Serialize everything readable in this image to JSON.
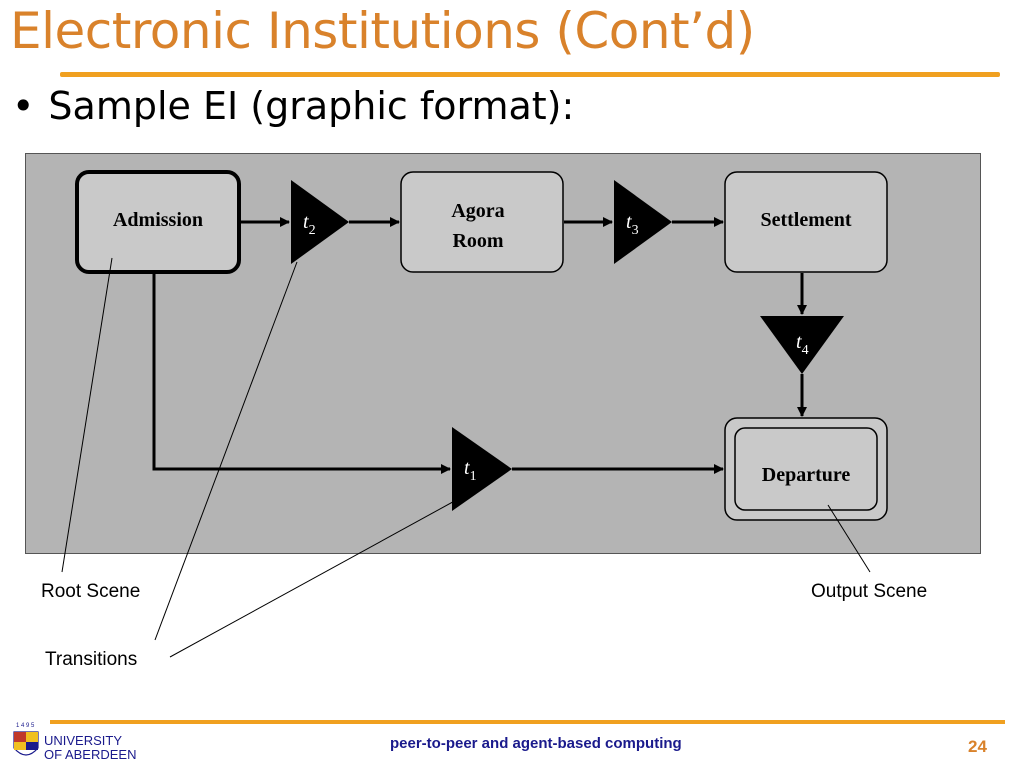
{
  "slide": {
    "title": "Electronic Institutions (Cont’d)",
    "bullet": "Sample EI (graphic format):",
    "page_number": "24",
    "footer": "peer-to-peer and agent-based computing"
  },
  "logo": {
    "line1": "UNIVERSITY",
    "line2": "OF ABERDEEN"
  },
  "diagram": {
    "scenes": {
      "admission": "Admission",
      "agora_line1": "Agora",
      "agora_line2": "Room",
      "settlement": "Settlement",
      "departure": "Departure"
    },
    "transitions": {
      "t1": {
        "base": "t",
        "sub": "1"
      },
      "t2": {
        "base": "t",
        "sub": "2"
      },
      "t3": {
        "base": "t",
        "sub": "3"
      },
      "t4": {
        "base": "t",
        "sub": "4"
      }
    },
    "annotations": {
      "root_scene": "Root Scene",
      "output_scene": "Output Scene",
      "transitions": "Transitions"
    }
  },
  "colors": {
    "title": "#D9822B",
    "rule": "#F0A020",
    "panel": "#B4B4B4",
    "scene_fill": "#CFCFCF",
    "footer_text": "#1A1A8C"
  }
}
